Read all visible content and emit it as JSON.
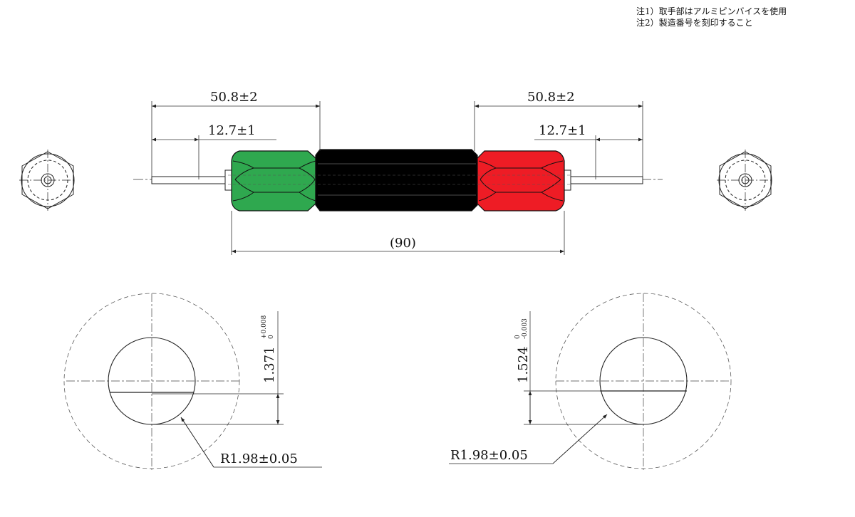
{
  "notes": [
    "注1）取手部はアルミピンバイスを使用",
    "注2）製造番号を刻印すること"
  ],
  "dimensions": {
    "left_total": "50.8±2",
    "left_pin": "12.7±1",
    "right_total": "50.8±2",
    "right_pin": "12.7±1",
    "overall": "(90)"
  },
  "detail_left": {
    "size": "1.371",
    "tol_upper": "+0.008",
    "tol_lower": "0",
    "radius": "R1.98±0.05"
  },
  "detail_right": {
    "size": "1.524",
    "tol_upper": "0",
    "tol_lower": "-0.003",
    "radius": "R1.98±0.05"
  },
  "colors": {
    "go_end": "#2fa84f",
    "handle": "#000000",
    "nogo_end": "#ee1c25"
  }
}
